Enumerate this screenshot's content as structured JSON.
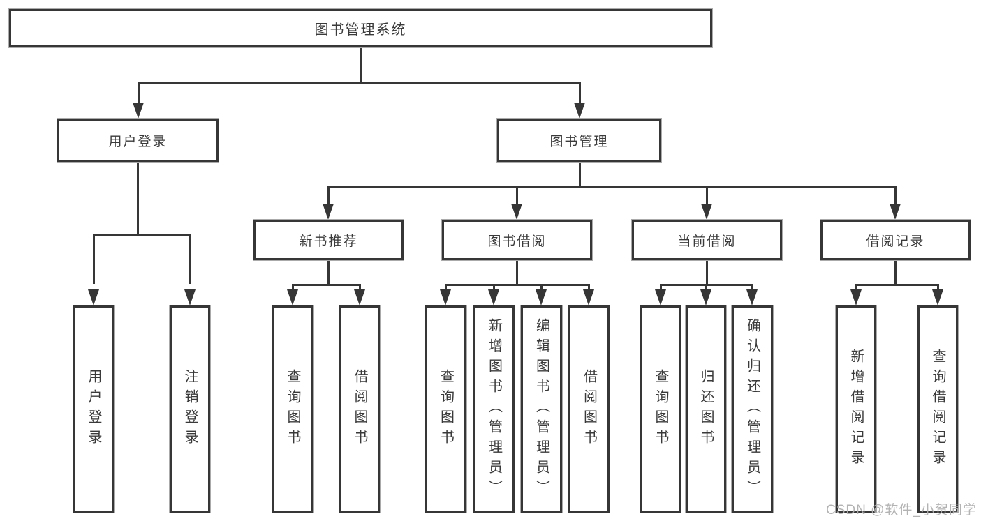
{
  "diagram_title": "图书管理系统",
  "colors": {
    "line": "#363636",
    "text": "#3a3a3a",
    "box_background": "#ffffff",
    "page_background": "#ffffff",
    "watermark": "#afafaf"
  },
  "nodes": {
    "root": {
      "label": "图书管理系统"
    },
    "user_login": {
      "label": "用户登录"
    },
    "book_mgmt": {
      "label": "图书管理"
    },
    "leaf_user_login": {
      "label": "用户登录"
    },
    "leaf_logout": {
      "label": "注销登录"
    },
    "new_book_rec": {
      "label": "新书推荐"
    },
    "book_borrow": {
      "label": "图书借阅"
    },
    "current_borrow": {
      "label": "当前借阅"
    },
    "borrow_records": {
      "label": "借阅记录"
    },
    "leaf_nbr_query": {
      "label": "查询图书"
    },
    "leaf_nbr_borrow": {
      "label": "借阅图书"
    },
    "leaf_bb_query": {
      "label": "查询图书"
    },
    "leaf_bb_add": {
      "label": "新增图书（管理员）"
    },
    "leaf_bb_edit": {
      "label": "编辑图书（管理员）"
    },
    "leaf_bb_borrow": {
      "label": "借阅图书"
    },
    "leaf_cb_query": {
      "label": "查询图书"
    },
    "leaf_cb_return": {
      "label": "归还图书"
    },
    "leaf_cb_confirm": {
      "label": "确认归还（管理员）"
    },
    "leaf_br_add": {
      "label": "新增借阅记录"
    },
    "leaf_br_query": {
      "label": "查询借阅记录"
    }
  },
  "structure": {
    "图书管理系统": [
      "用户登录",
      "图书管理"
    ],
    "用户登录": [
      "用户登录",
      "注销登录"
    ],
    "图书管理": [
      "新书推荐",
      "图书借阅",
      "当前借阅",
      "借阅记录"
    ],
    "新书推荐": [
      "查询图书",
      "借阅图书"
    ],
    "图书借阅": [
      "查询图书",
      "新增图书（管理员）",
      "编辑图书（管理员）",
      "借阅图书"
    ],
    "当前借阅": [
      "查询图书",
      "归还图书",
      "确认归还（管理员）"
    ],
    "借阅记录": [
      "新增借阅记录",
      "查询借阅记录"
    ]
  },
  "watermark": {
    "text": "CSDN @软件_小贺同学"
  }
}
